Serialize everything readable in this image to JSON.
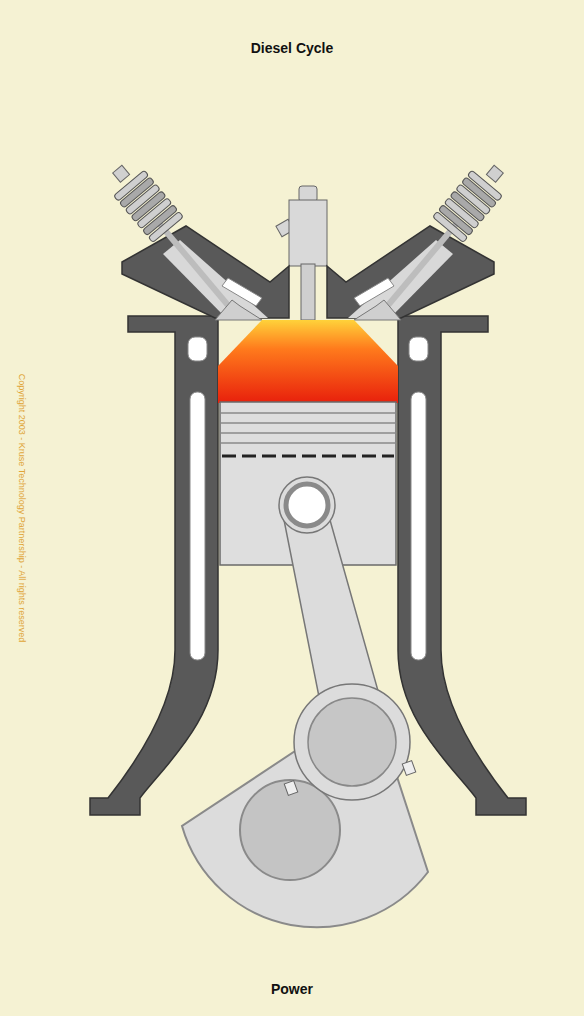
{
  "diagram": {
    "title": "Diesel Cycle",
    "caption": "Power",
    "labels": [
      "Copyright 2003 - Kruse Technology Partnership - All rights reserved"
    ]
  }
}
